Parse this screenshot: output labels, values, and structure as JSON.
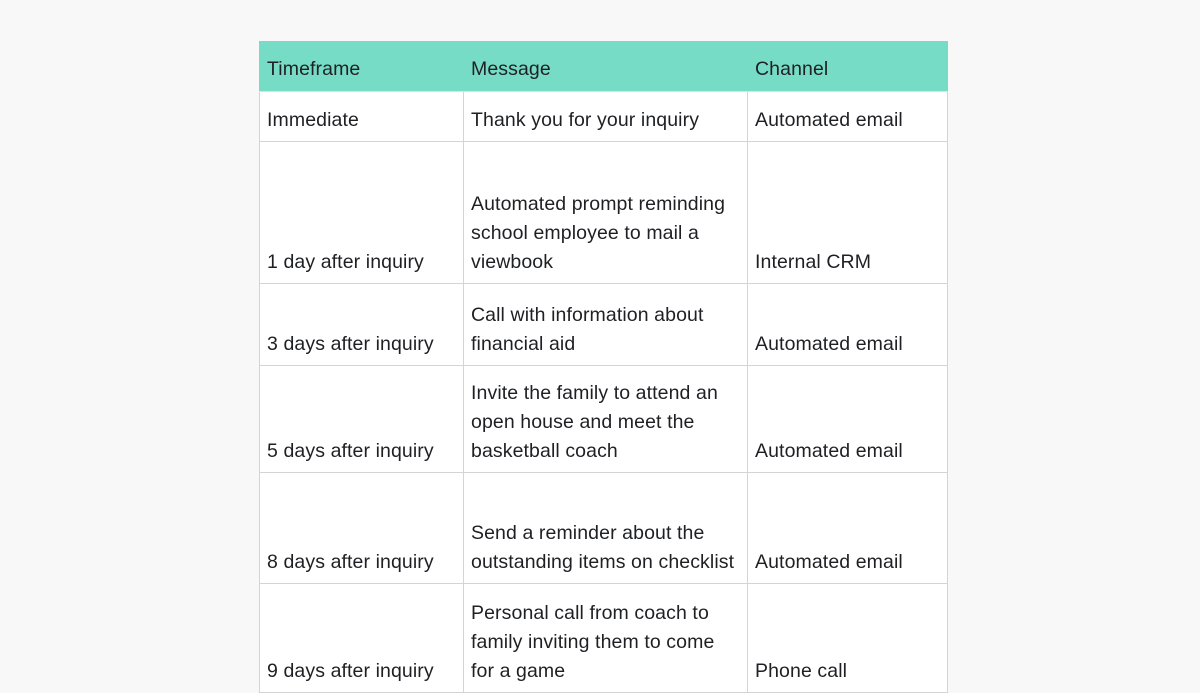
{
  "colors": {
    "header_background": "#76dcc6",
    "page_background": "#f8f8f8",
    "cell_background": "#ffffff",
    "border": "#d4d4d4",
    "text": "#1f2023"
  },
  "table": {
    "columns": [
      {
        "key": "timeframe",
        "label": "Timeframe"
      },
      {
        "key": "message",
        "label": "Message"
      },
      {
        "key": "channel",
        "label": "Channel"
      }
    ],
    "rows": [
      {
        "timeframe": "Immediate",
        "message": "Thank you for your inquiry",
        "channel": "Automated email"
      },
      {
        "timeframe": "1 day after inquiry",
        "message": "Automated prompt reminding school employee to mail a viewbook",
        "channel": "Internal CRM"
      },
      {
        "timeframe": "3 days after inquiry",
        "message": "Call with information about financial aid",
        "channel": "Automated email"
      },
      {
        "timeframe": "5 days after inquiry",
        "message": "Invite the family to attend an open house and meet the basketball coach",
        "channel": "Automated email"
      },
      {
        "timeframe": "8 days after inquiry",
        "message": "Send a reminder about the outstanding items on checklist",
        "channel": "Automated email"
      },
      {
        "timeframe": "9 days after inquiry",
        "message": "Personal call from coach to family inviting them to come for a game",
        "channel": "Phone call"
      }
    ]
  }
}
